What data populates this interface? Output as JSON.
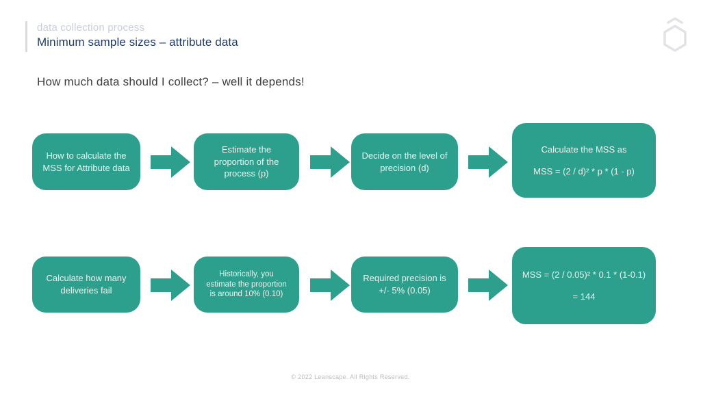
{
  "header": {
    "eyebrow": "data collection process",
    "title": "Minimum sample sizes – attribute data"
  },
  "heading": "How much data should I collect? – well it depends!",
  "flow": {
    "rows": [
      {
        "boxes": [
          {
            "text": "How to calculate the MSS for Attribute data"
          },
          {
            "text": "Estimate the proportion of the process (p)"
          },
          {
            "text": "Decide on the level of precision (d)"
          },
          {
            "line1": "Calculate the MSS as",
            "line2": "MSS = (2 / d)² * p * (1 - p)"
          }
        ]
      },
      {
        "boxes": [
          {
            "text": "Calculate how many deliveries fail"
          },
          {
            "text": "Historically, you estimate the proportion is around 10% (0.10)"
          },
          {
            "text": "Required precision is +/- 5% (0.05)"
          },
          {
            "line1": "MSS = (2 / 0.05)² * 0.1 * (1-0.1)",
            "line2": "= 144"
          }
        ]
      }
    ]
  },
  "footer": "© 2022 Leanscape. All Rights Reserved.",
  "colors": {
    "accent_teal": "#2ca08c",
    "title_navy": "#1f3a68",
    "eyebrow_gray": "#c9cede",
    "heading_gray": "#3f3f3f",
    "footer_gray": "#bcbcbc",
    "logo_gray": "#e2e3e6"
  }
}
